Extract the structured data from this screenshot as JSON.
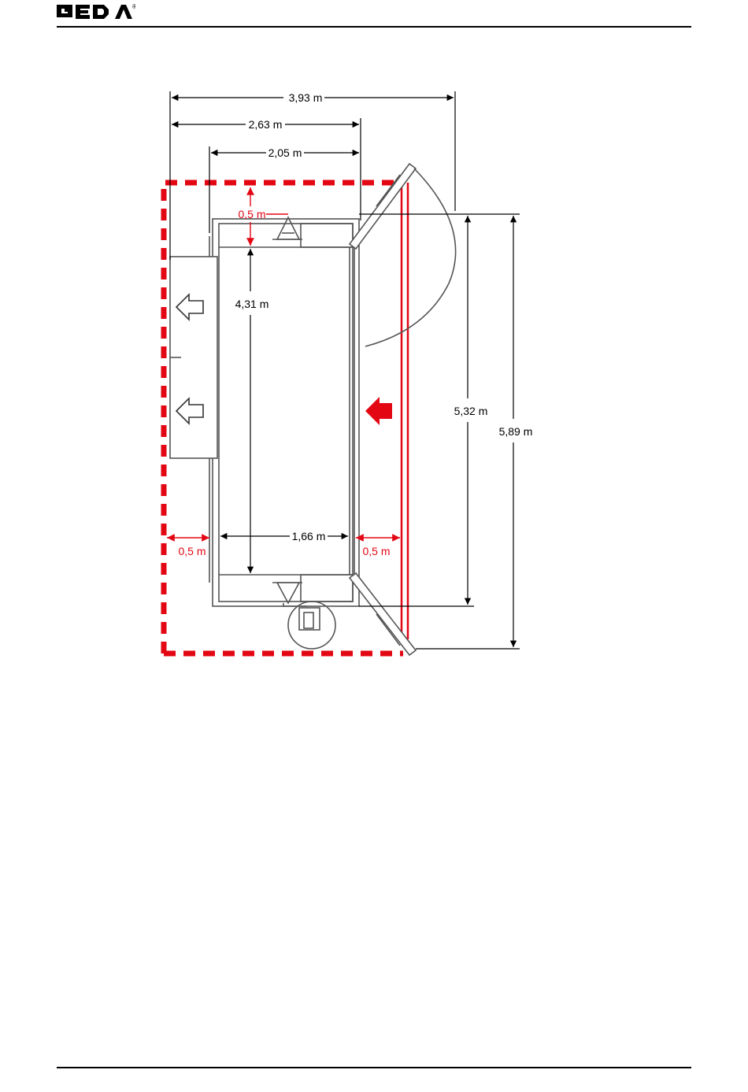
{
  "header": {
    "logo_text": "GEDA",
    "logo_mark": "®"
  },
  "diagram": {
    "dimensions": {
      "overall_width": "3,93 m",
      "width_to_door": "2,63 m",
      "platform_width": "2,05 m",
      "inner_width": "1,66 m",
      "inner_length": "4,31 m",
      "platform_length": "5,32 m",
      "overall_length": "5,89 m",
      "top_clearance": "0,5 m",
      "left_clearance": "0,5 m",
      "right_clearance": "0,5 m"
    },
    "colors": {
      "safety_red": "#e30613",
      "line": "#000000",
      "structure": "#555555"
    },
    "icons": {
      "exit_arrows": "outline-left-arrow-icon",
      "entry_arrow": "filled-left-arrow-icon"
    }
  }
}
